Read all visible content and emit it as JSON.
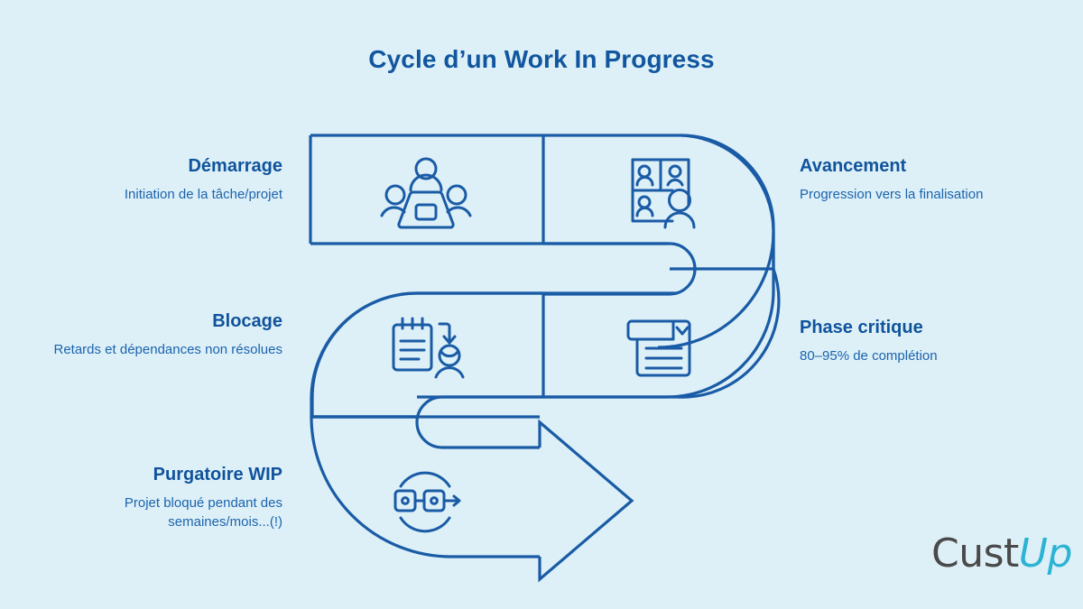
{
  "page": {
    "title": "Cycle d’un Work In Progress",
    "background_color": "#ddf0f7",
    "line_color": "#1a5ba6",
    "title_color": "#11569f",
    "text_color": "#1c63ae"
  },
  "stages": [
    {
      "key": "demarrage",
      "title": "Démarrage",
      "desc": "Initiation de la tâche/projet",
      "side": "left",
      "icon": "meeting-table-icon"
    },
    {
      "key": "avancement",
      "title": "Avancement",
      "desc": "Progression vers la finalisation",
      "side": "right",
      "icon": "video-conference-grid-icon"
    },
    {
      "key": "blocage",
      "title": "Blocage",
      "desc": "Retards et dépendances non résolues",
      "side": "left",
      "icon": "notepad-arrow-person-icon"
    },
    {
      "key": "phase-critique",
      "title": "Phase critique",
      "desc": "80–95% de complétion",
      "side": "right",
      "icon": "form-dropdown-document-icon"
    },
    {
      "key": "purgatoire-wip",
      "title": "Purgatoire WIP",
      "desc": "Projet bloqué pendant des semaines/mois...(!)",
      "side": "left",
      "icon": "process-loop-arrow-icon"
    }
  ],
  "logo": {
    "part1": "Cust",
    "part2": "Up",
    "color1": "#4a4a4a",
    "color2": "#2bb3d4"
  }
}
